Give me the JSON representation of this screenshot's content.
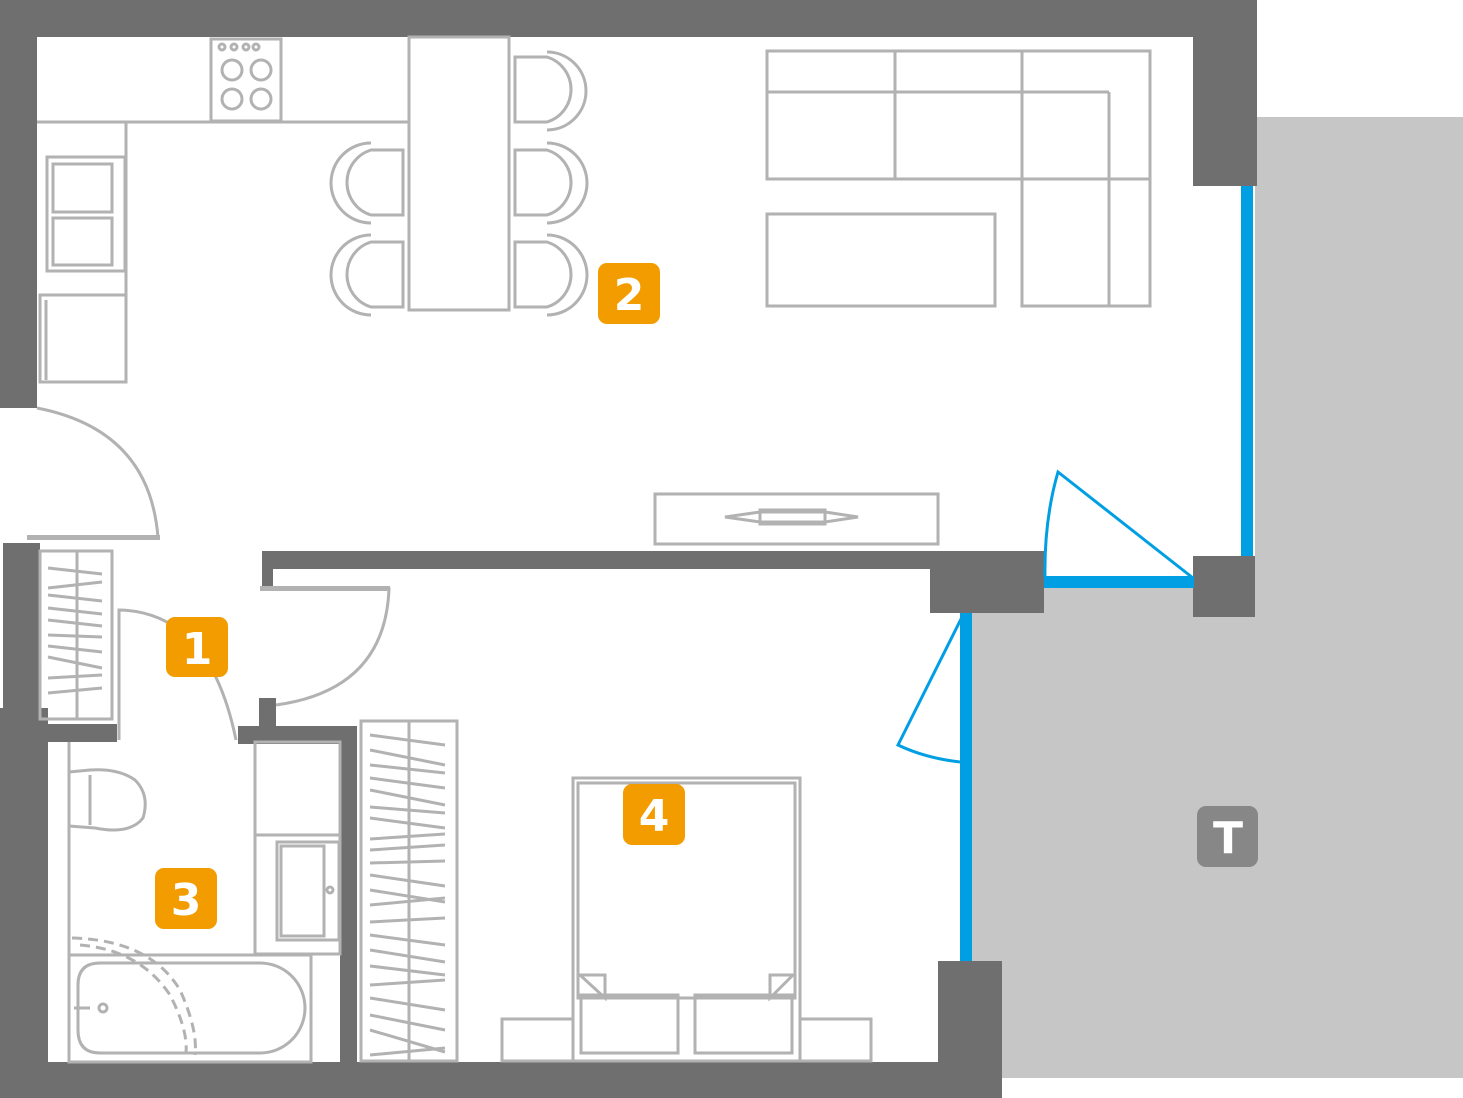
{
  "plan": {
    "rooms": [
      {
        "id": "1",
        "label": "1"
      },
      {
        "id": "2",
        "label": "2"
      },
      {
        "id": "3",
        "label": "3"
      },
      {
        "id": "4",
        "label": "4"
      },
      {
        "id": "T",
        "label": "T"
      }
    ]
  },
  "colors": {
    "wall": "#706f6f",
    "furniture": "#b2b2b2",
    "terrace": "#c6c6c6",
    "window": "#009fe3",
    "room_badge": "#f39c00",
    "terrace_badge": "#878787"
  }
}
